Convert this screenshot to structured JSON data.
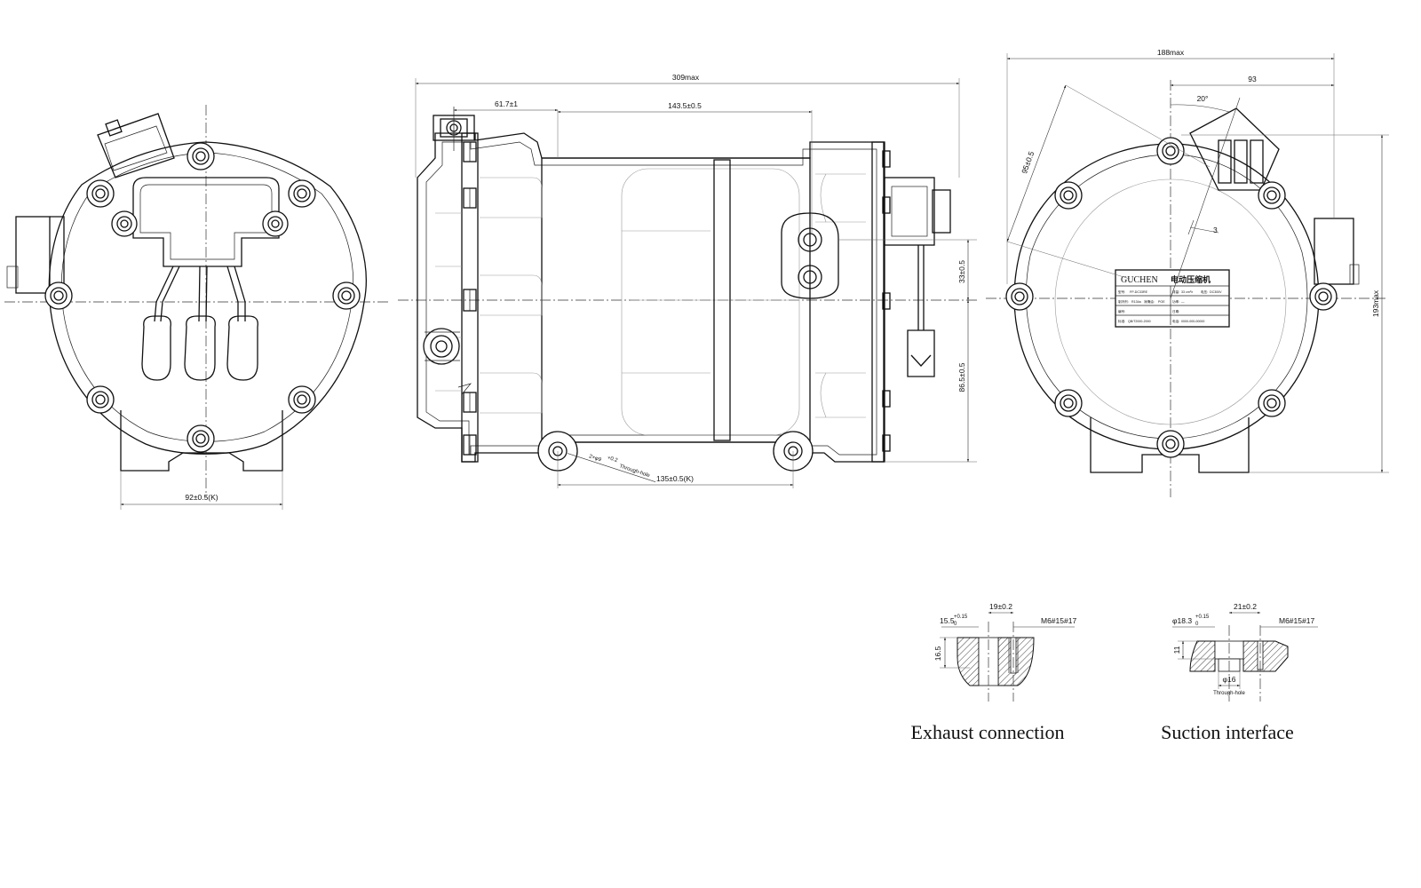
{
  "front_view": {
    "width_dim": "92±0.5(K)"
  },
  "side_view": {
    "overall_length": "309max",
    "port_offset": "61.7±1",
    "mount_spacing_top": "143.5±0.5",
    "mount_spacing_bottom": "135±0.5(K)",
    "hole_spec": "2×φ9",
    "hole_tol": "+0.2",
    "hole_type": "Through-hole",
    "height_upper": "33±0.5",
    "height_lower": "86.5±0.5"
  },
  "rear_view": {
    "overall_width": "188max",
    "half_width": "93",
    "angle": "20°",
    "radial_dim": "95±0.5",
    "small_dim": "3",
    "overall_height": "193max",
    "nameplate": {
      "brand": "GUCHEN",
      "title": "电动压缩机",
      "rows": [
        [
          "型号:",
          "FP-DC33RE",
          "排量:",
          "33 cm³/r",
          "电压:",
          "DC300V"
        ],
        [
          "制冷剂:",
          "R134a",
          "润滑油:",
          "POE",
          "功率:",
          "—"
        ],
        [
          "编号:",
          "",
          "日期:",
          "",
          "",
          ""
        ],
        [
          "标准:",
          "QB/T2000-2000",
          "电话:",
          "0000-000-00000",
          "",
          ""
        ]
      ]
    }
  },
  "exhaust_detail": {
    "caption": "Exhaust connection",
    "bore": "15.5",
    "bore_tol": "+0.15",
    "bore_tol_low": "0",
    "spacing": "19±0.2",
    "thread": "M6#15#17",
    "depth": "16.5"
  },
  "suction_detail": {
    "caption": "Suction interface",
    "bore": "φ18.3",
    "bore_tol": "+0.15",
    "bore_tol_low": "0",
    "spacing": "21±0.2",
    "thread": "M6#15#17",
    "depth": "11",
    "through": "φ16",
    "through_type": "Through-hole"
  }
}
